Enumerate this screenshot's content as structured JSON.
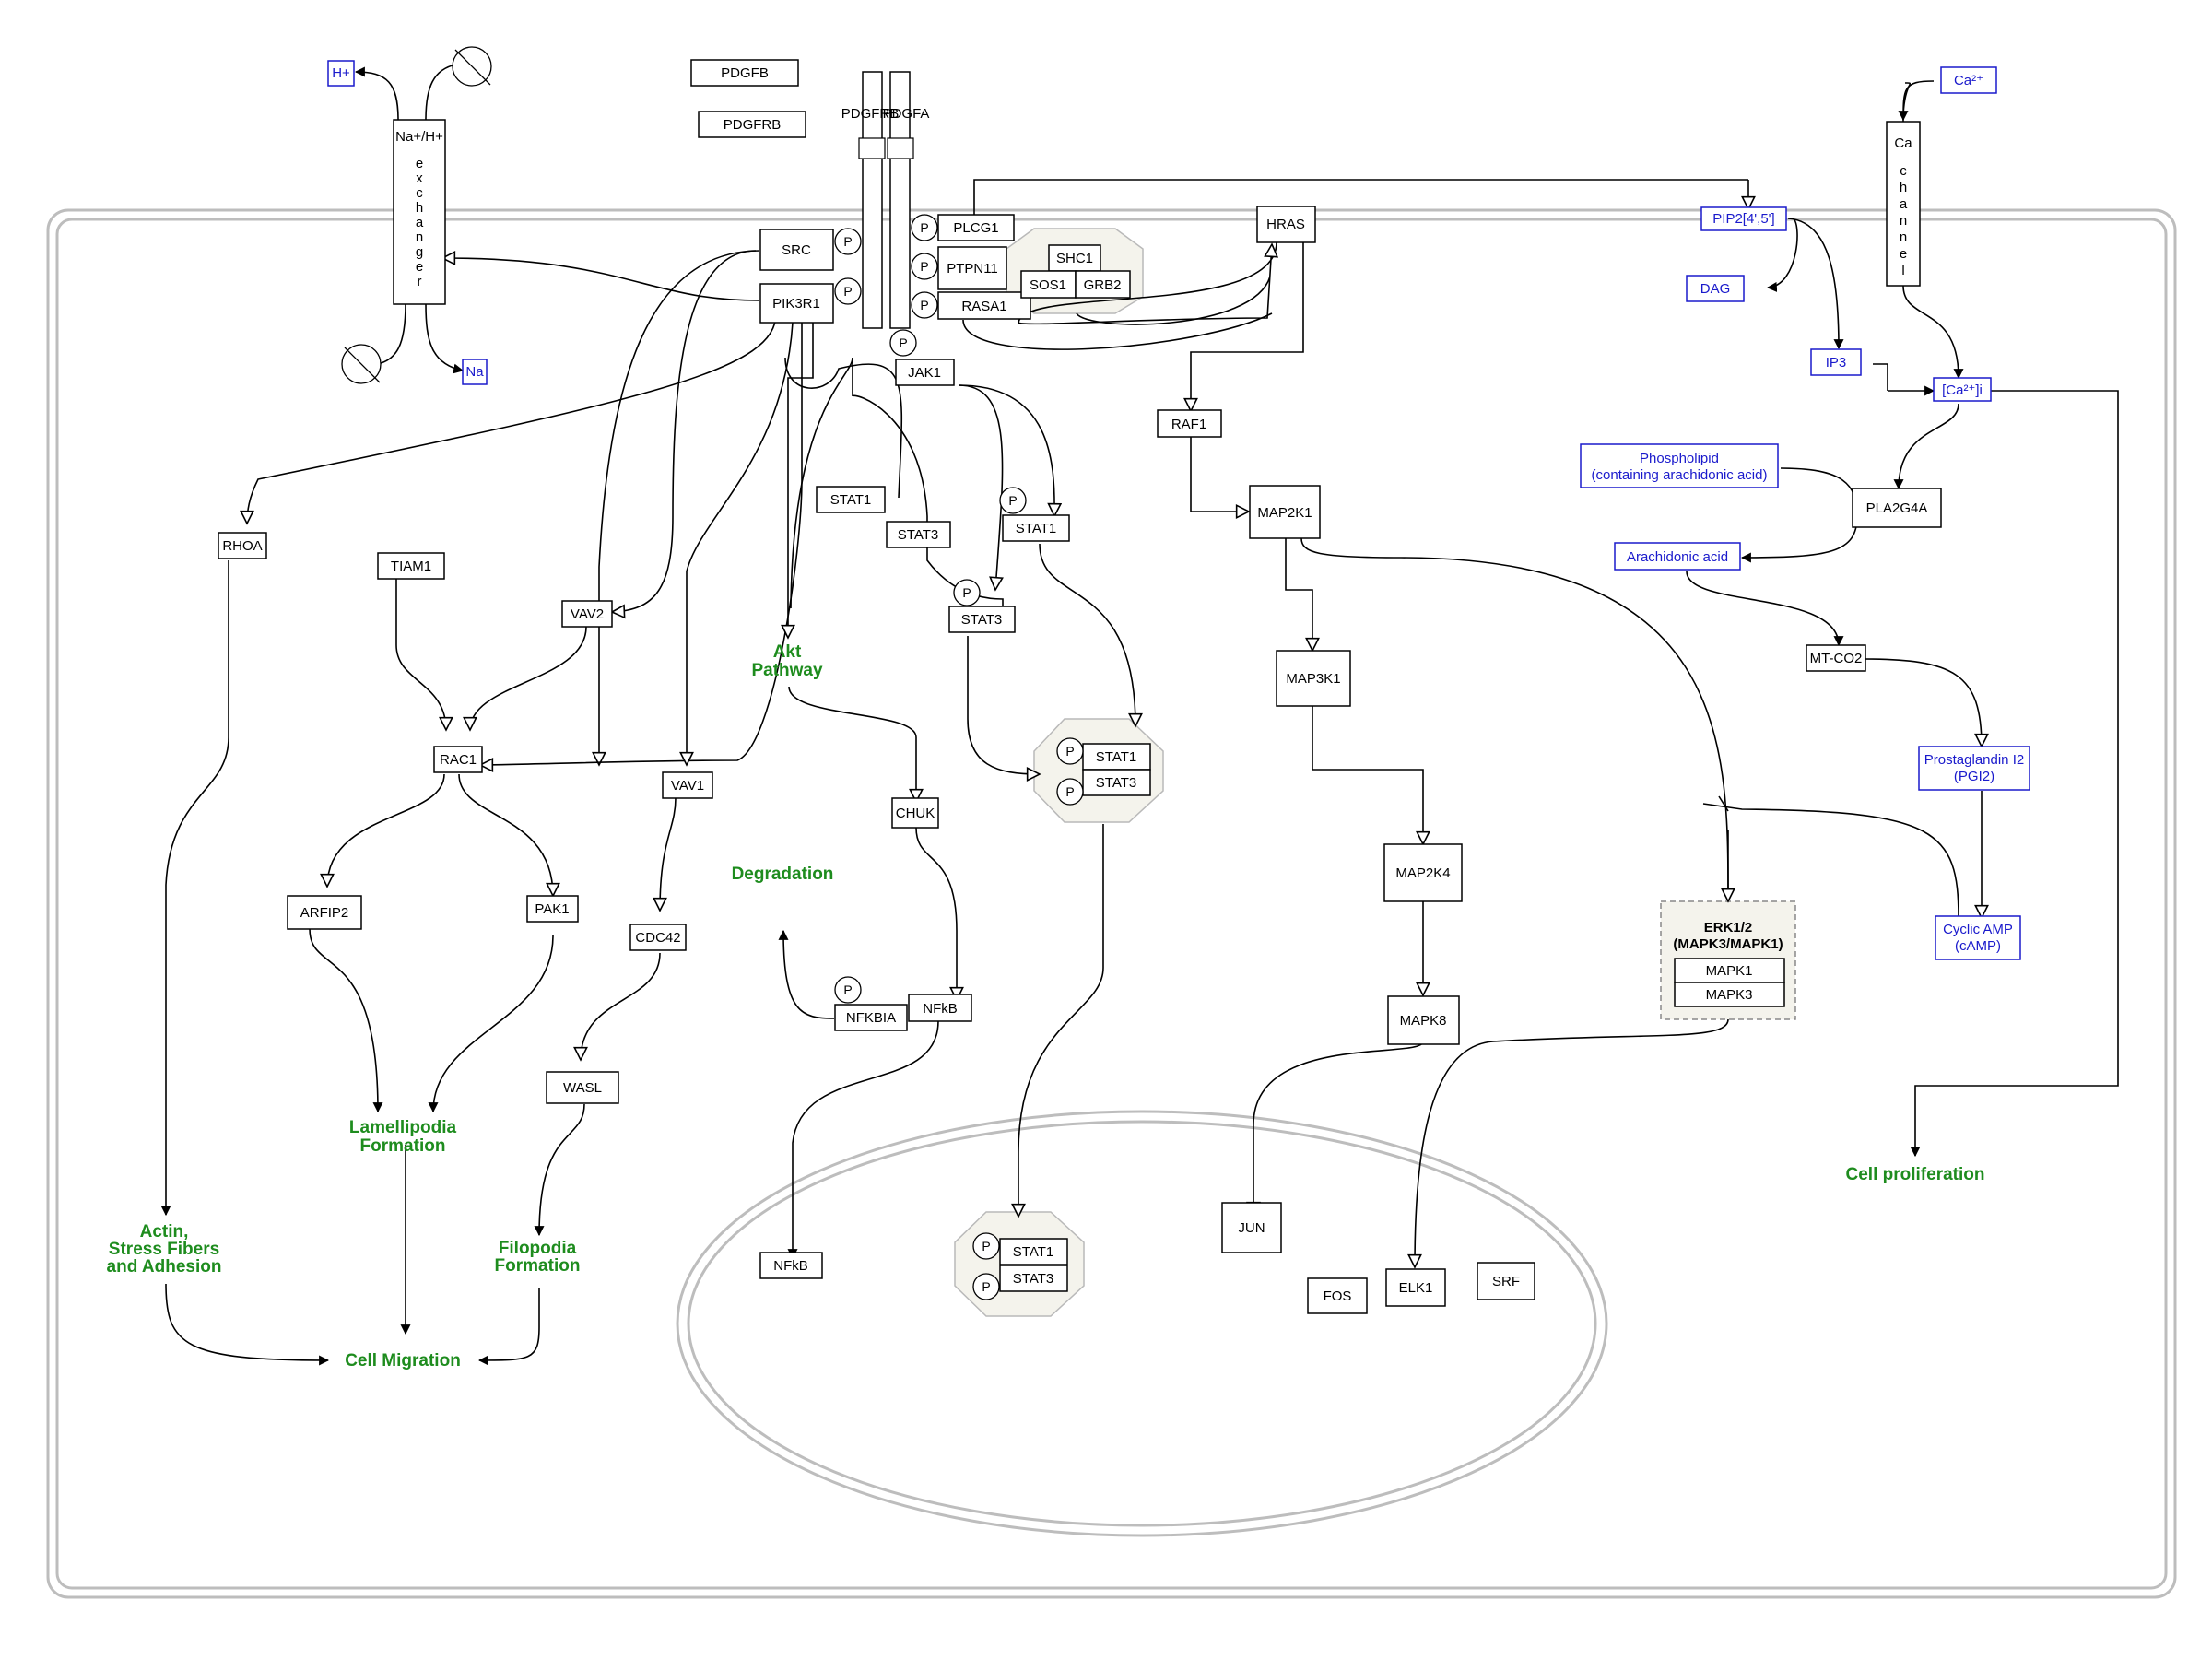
{
  "phospho_label": "P",
  "genes": {
    "pdgfb": "PDGFB",
    "pdgfrb": "PDGFRB",
    "pdgfrb_receptor": "PDGFRB",
    "pdgfa": "PDGFA",
    "nhe": [
      "Na+/H+",
      "e",
      "x",
      "c",
      "h",
      "a",
      "n",
      "g",
      "e",
      "r"
    ],
    "ca_channel": [
      "Ca",
      "c",
      "h",
      "a",
      "n",
      "n",
      "e",
      "l"
    ],
    "src": "SRC",
    "pik3r1": "PIK3R1",
    "plcg1": "PLCG1",
    "ptpn11": "PTPN11",
    "rasa1": "RASA1",
    "shc1": "SHC1",
    "sos1": "SOS1",
    "grb2": "GRB2",
    "hras": "HRAS",
    "jak1": "JAK1",
    "stat1_a": "STAT1",
    "stat3_a": "STAT3",
    "stat1_b": "STAT1",
    "stat3_b": "STAT3",
    "stat1_c": "STAT1",
    "stat3_c": "STAT3",
    "stat1_d": "STAT1",
    "stat3_d": "STAT3",
    "raf1": "RAF1",
    "map2k1": "MAP2K1",
    "map3k1": "MAP3K1",
    "map2k4": "MAP2K4",
    "mapk8": "MAPK8",
    "rhoa": "RHOA",
    "tiam1": "TIAM1",
    "vav2": "VAV2",
    "rac1": "RAC1",
    "vav1": "VAV1",
    "arfip2": "ARFIP2",
    "pak1": "PAK1",
    "cdc42": "CDC42",
    "wasl": "WASL",
    "chuk": "CHUK",
    "nfkbia": "NFKBIA",
    "nfkb": "NFkB",
    "nfkb_nuc": "NFkB",
    "pla2g4a": "PLA2G4A",
    "mtco2": "MT-CO2",
    "erk_title_1": "ERK1/2",
    "erk_title_2": "(MAPK3/MAPK1)",
    "mapk1": "MAPK1",
    "mapk3": "MAPK3",
    "jun": "JUN",
    "fos": "FOS",
    "elk1": "ELK1",
    "srf": "SRF"
  },
  "metabolites": {
    "h_plus": "H+",
    "na": "Na",
    "ca2": "Ca²⁺",
    "pip2": "PIP2[4',5']",
    "dag": "DAG",
    "ip3": "IP3",
    "ca_i": "[Ca²⁺]i",
    "phospholipid_1": "Phospholipid",
    "phospholipid_2": "(containing arachidonic acid)",
    "arachidonic": "Arachidonic acid",
    "pgi2_1": "Prostaglandin I2",
    "pgi2_2": "(PGI2)",
    "camp_1": "Cyclic AMP",
    "camp_2": "(cAMP)"
  },
  "pathways": {
    "akt_1": "Akt",
    "akt_2": "Pathway",
    "degradation": "Degradation",
    "lamellipodia_1": "Lamellipodia",
    "lamellipodia_2": "Formation",
    "actin_1": "Actin,",
    "actin_2": "Stress Fibers",
    "actin_3": "and Adhesion",
    "filopodia_1": "Filopodia",
    "filopodia_2": "Formation",
    "cell_migration": "Cell Migration",
    "cell_proliferation": "Cell proliferation"
  },
  "colors": {
    "gene_stroke": "#000000",
    "metabolite": "#1a1acc",
    "pathway": "#1e8c1e",
    "membrane": "#bdbdbd",
    "complex_fill": "#f4f3ec"
  }
}
